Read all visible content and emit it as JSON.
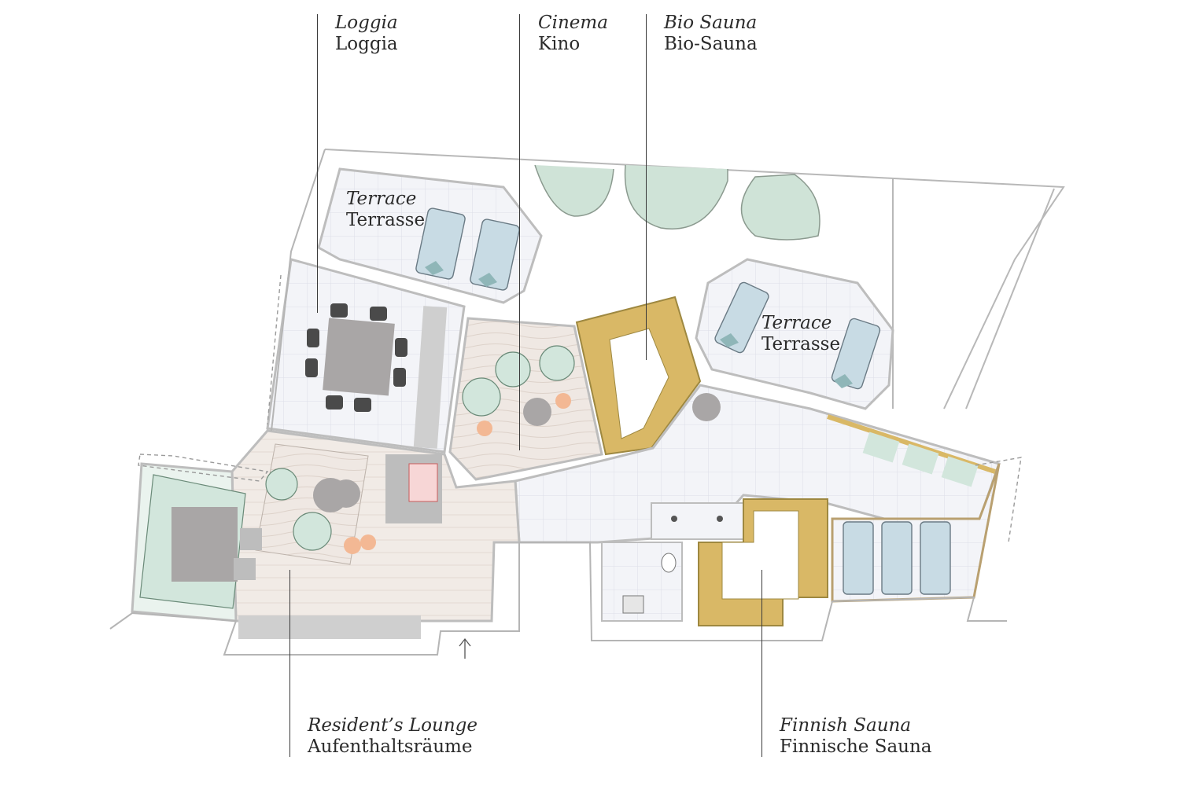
{
  "labels": {
    "loggia": {
      "en": "Loggia",
      "de": "Loggia"
    },
    "cinema": {
      "en": "Cinema",
      "de": "Kino"
    },
    "bio_sauna": {
      "en": "Bio Sauna",
      "de": "Bio-Sauna"
    },
    "terrace_1": {
      "en": "Terrace",
      "de": "Terrasse"
    },
    "terrace_2": {
      "en": "Terrace",
      "de": "Terrasse"
    },
    "lounge": {
      "en": "Resident’s Lounge",
      "de": "Aufenthaltsräume"
    },
    "finnish": {
      "en": "Finnish Sauna",
      "de": "Finnische Sauna"
    }
  },
  "colors": {
    "wall": "#bdbdbd",
    "tile_fill": "#f3f4f8",
    "tile_line": "#d9dbe6",
    "wood": "#d9b866",
    "greenery": "#cfe3d7",
    "furniture": "#a9a6a6",
    "lounger": "#c8dbe4",
    "chair": "#d2e6dc",
    "ottoman": "#f3b894"
  },
  "entrance_icon": "arrow-up-icon"
}
